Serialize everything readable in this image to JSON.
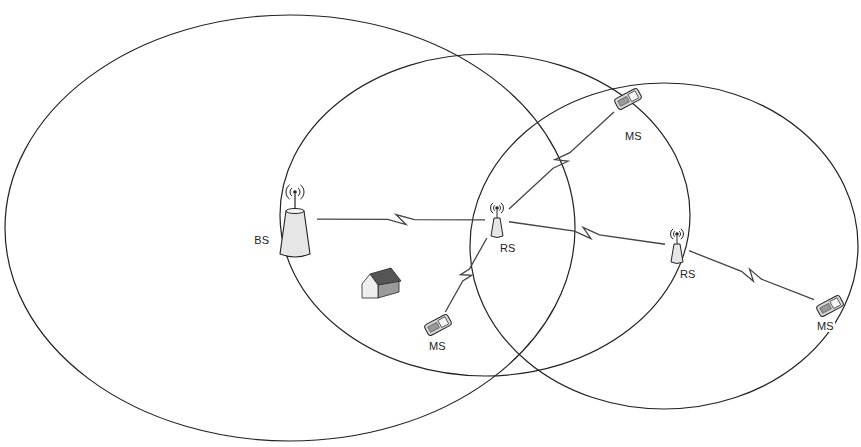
{
  "diagram": {
    "nodes": [
      {
        "text": [
          "MS"
        ]
      },
      {
        "text": [
          "BS"
        ]
      },
      {
        "text": [
          "RS"
        ]
      },
      {
        "text": [
          "RS"
        ]
      },
      {
        "text": [
          "MS"
        ]
      },
      {
        "text": [
          "MS"
        ]
      }
    ],
    "edges": [
      {
        "from": 1,
        "to": 2,
        "arrow": "none"
      },
      {
        "from": 2,
        "to": 0,
        "arrow": "none"
      },
      {
        "from": 2,
        "to": 4,
        "arrow": "none"
      },
      {
        "from": 2,
        "to": 3,
        "arrow": "none"
      },
      {
        "from": 3,
        "to": 5,
        "arrow": "none"
      }
    ]
  }
}
